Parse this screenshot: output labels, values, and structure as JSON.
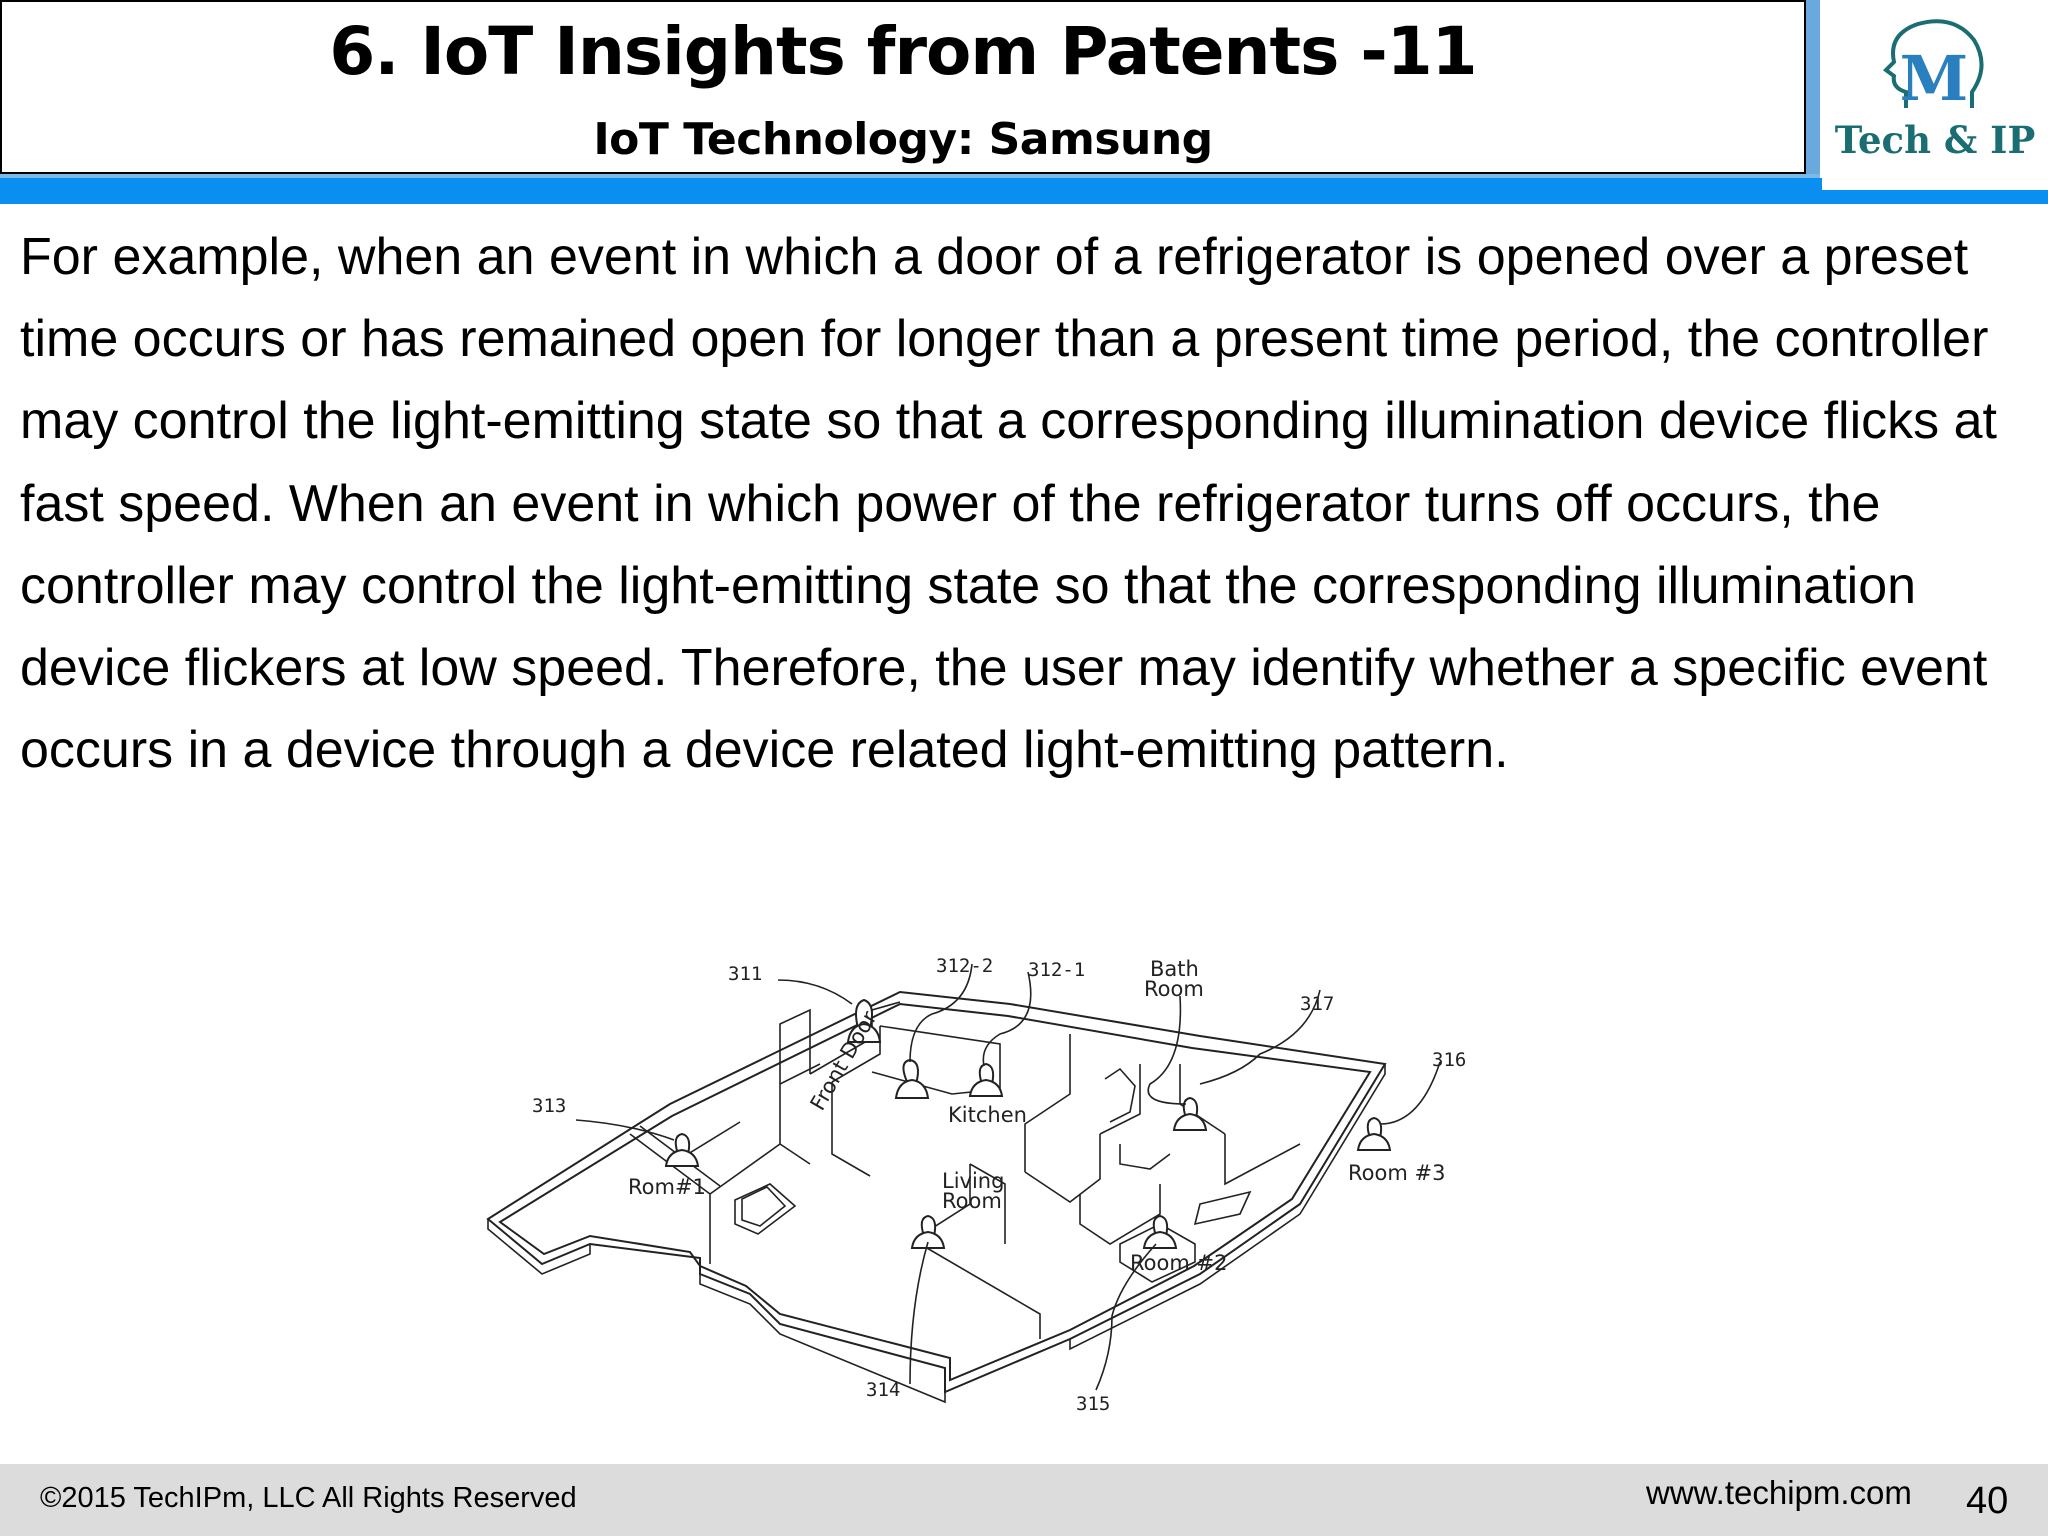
{
  "header": {
    "title": "6. IoT Insights from Patents -11",
    "subtitle": "IoT Technology: Samsung"
  },
  "logo": {
    "mark": "M",
    "text": "Tech & IP",
    "color": "#1a6e73"
  },
  "body": {
    "paragraph": "For example, when an event in which a door of a refrigerator is opened over a preset time occurs or has remained open for longer than a present time period, the controller may control the light-emitting state so that a corresponding illumination device flicks at fast speed. When an event in which power of the refrigerator turns off occurs, the controller may control the light-emitting state so that the corresponding illumination device flickers at low speed. Therefore, the user may identify whether a specific event occurs in a device through a device related light-emitting pattern."
  },
  "diagram": {
    "labels": {
      "l311": "311",
      "l312_2": "312-2",
      "l312_1": "312-1",
      "bath_line1": "Bath",
      "bath_line2": "Room",
      "l317": "317",
      "l316": "316",
      "l313": "313",
      "front_door": "Front Door",
      "kitchen": "Kitchen",
      "room1": "Rom#1",
      "living_line1": "Living",
      "living_line2": "Room",
      "room3": "Room #3",
      "room2": "Room #2",
      "l314": "314",
      "l315": "315"
    }
  },
  "footer": {
    "copyright": "©2015 TechIPm, LLC All Rights Reserved",
    "website": "www.techipm.com",
    "page": "40"
  },
  "colors": {
    "accent_blue": "#0a8ff0",
    "footer_gray": "#dcdcdc"
  }
}
